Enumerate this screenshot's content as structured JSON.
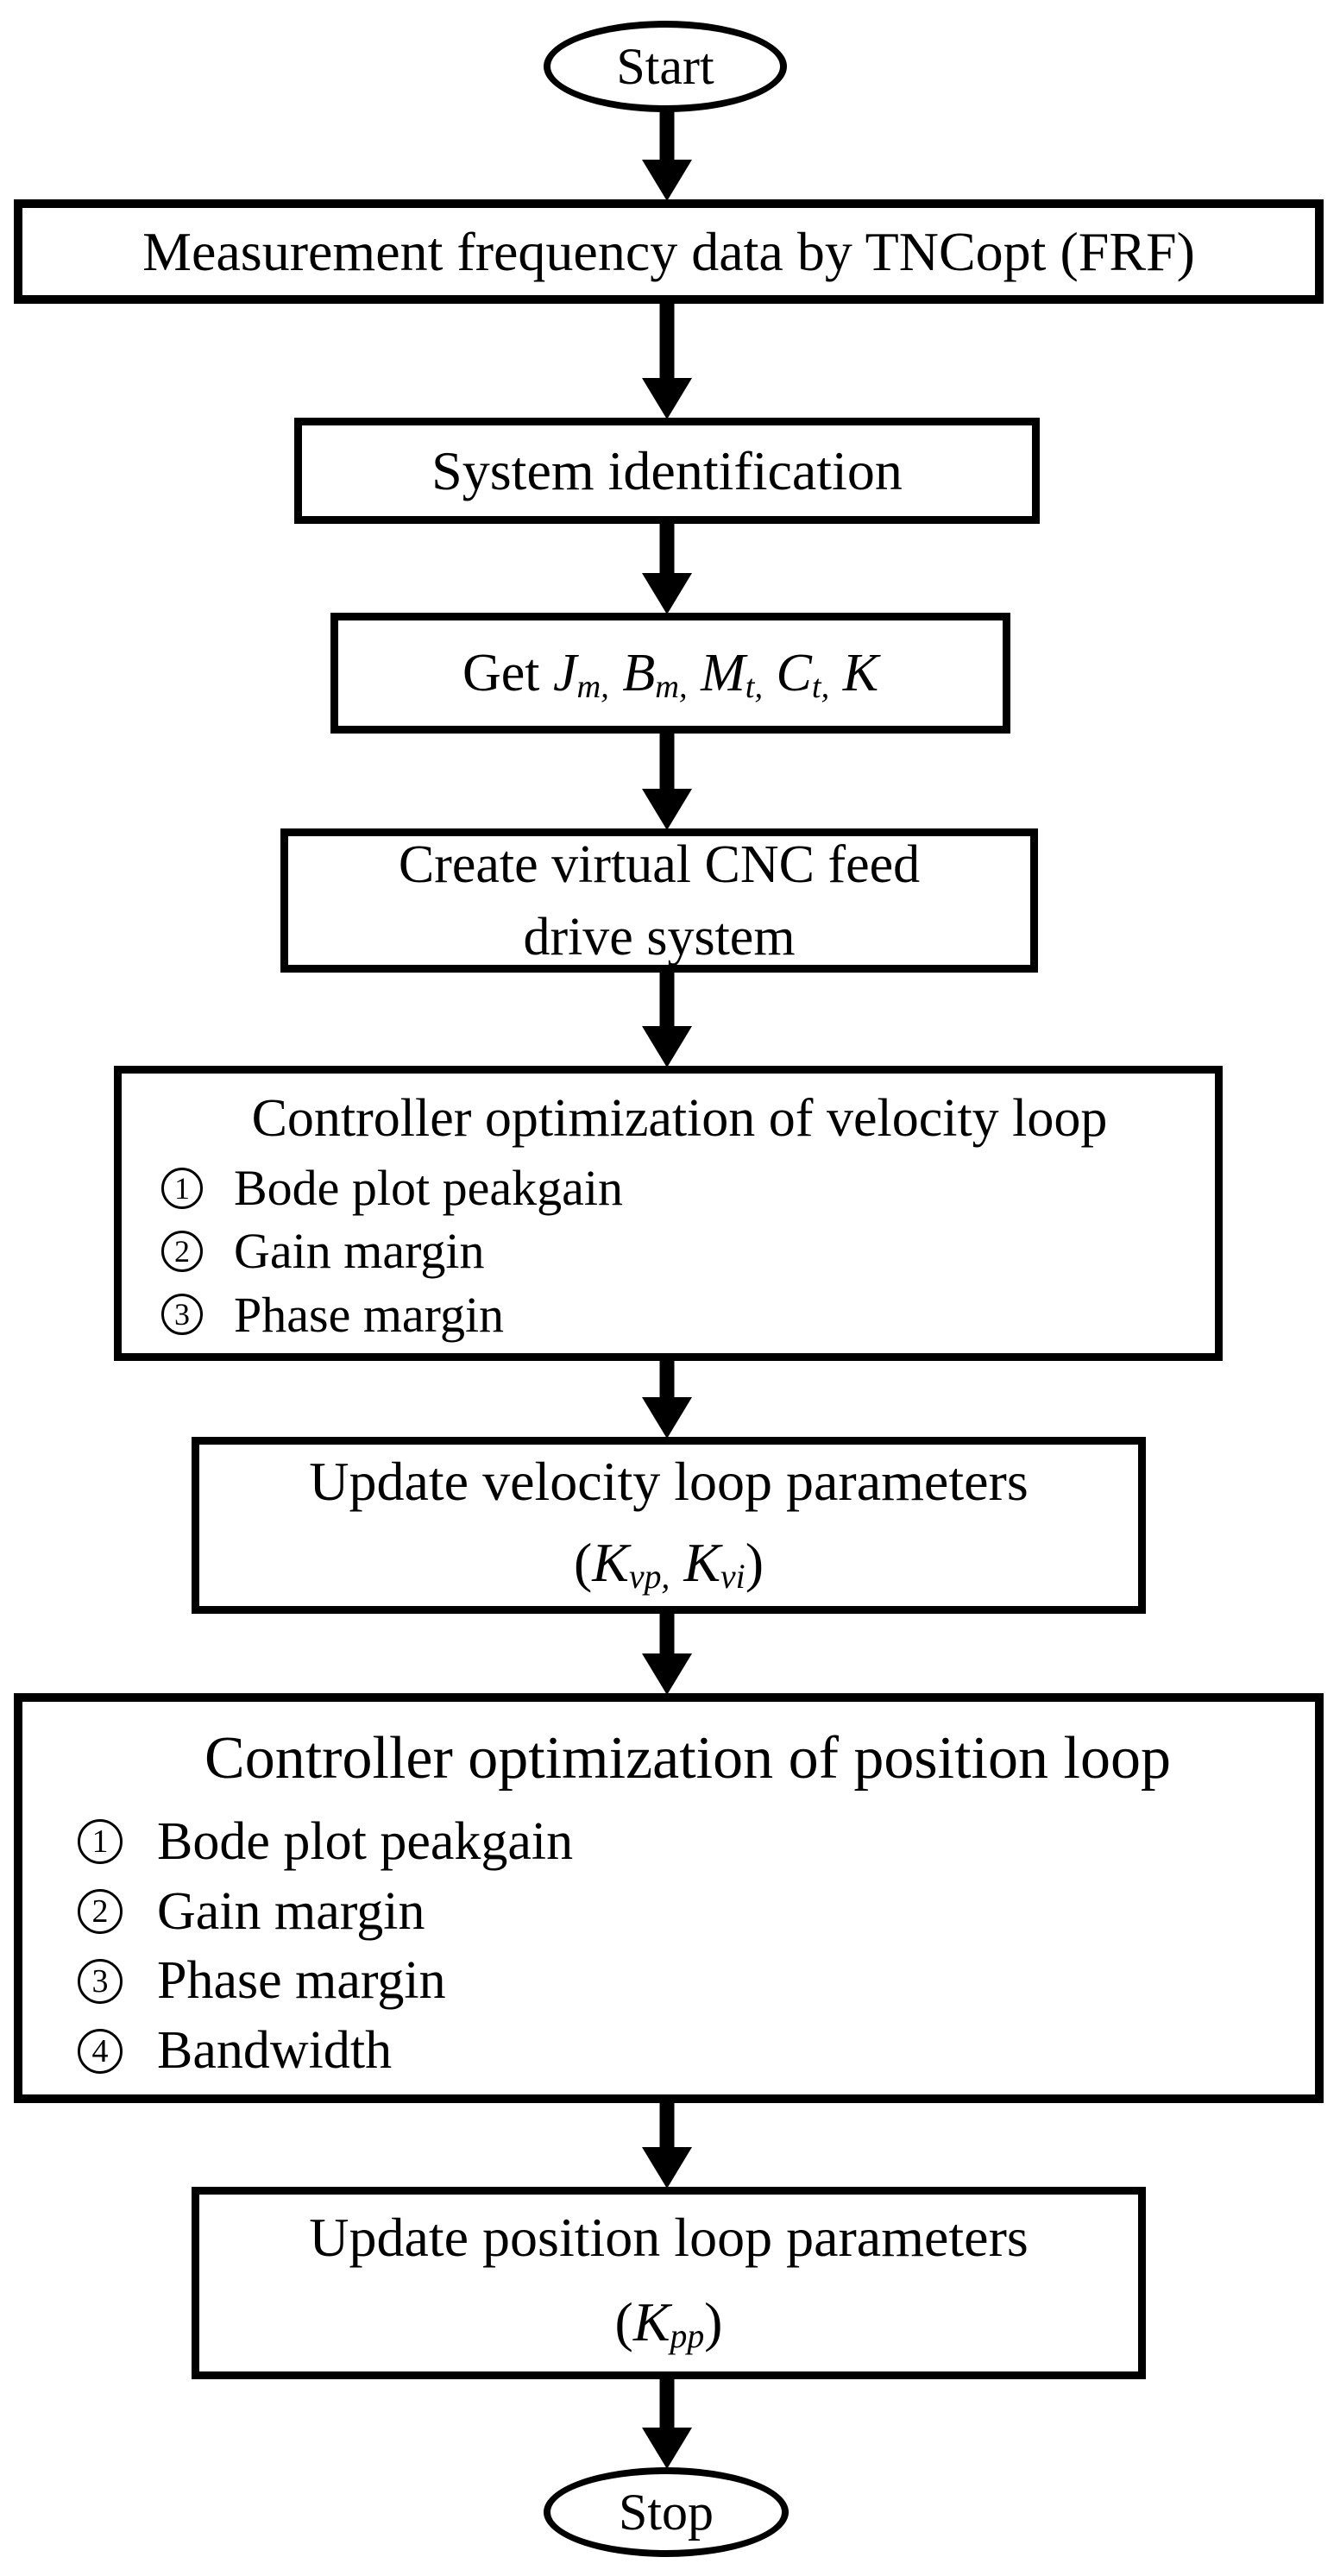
{
  "colors": {
    "stroke": "#000000",
    "background": "#ffffff"
  },
  "flowchart": {
    "start_label": "Start",
    "stop_label": "Stop",
    "measurement_box": "Measurement frequency data by TNCopt (FRF)",
    "system_identification_box": "System identification",
    "get_box": [
      {
        "t": "Get "
      },
      {
        "t": "J",
        "s": "i"
      },
      {
        "t": "m,",
        "s": "sub"
      },
      {
        "t": " "
      },
      {
        "t": "B",
        "s": "i"
      },
      {
        "t": "m,",
        "s": "sub"
      },
      {
        "t": " "
      },
      {
        "t": "M",
        "s": "i"
      },
      {
        "t": "t,",
        "s": "sub"
      },
      {
        "t": " "
      },
      {
        "t": "C",
        "s": "i"
      },
      {
        "t": "t,",
        "s": "sub"
      },
      {
        "t": " "
      },
      {
        "t": "K",
        "s": "i"
      }
    ],
    "create_box": {
      "line1": "Create virtual CNC feed",
      "line2": "drive system"
    },
    "velocity_box": {
      "title": "Controller optimization of velocity loop",
      "items": [
        {
          "num": "1",
          "text": "Bode plot peakgain"
        },
        {
          "num": "2",
          "text": "Gain margin"
        },
        {
          "num": "3",
          "text": "Phase margin"
        }
      ]
    },
    "update_velocity_box": {
      "line1": "Update velocity loop parameters",
      "params": [
        {
          "t": "("
        },
        {
          "t": "K",
          "s": "i"
        },
        {
          "t": "vp,",
          "s": "sub"
        },
        {
          "t": " "
        },
        {
          "t": "K",
          "s": "i"
        },
        {
          "t": "vi",
          "s": "sub"
        },
        {
          "t": ")"
        }
      ]
    },
    "position_box": {
      "title": "Controller optimization of position loop",
      "items": [
        {
          "num": "1",
          "text": "Bode plot peakgain"
        },
        {
          "num": "2",
          "text": "Gain margin"
        },
        {
          "num": "3",
          "text": "Phase margin"
        },
        {
          "num": "4",
          "text": "Bandwidth"
        }
      ]
    },
    "update_position_box": {
      "line1": "Update position loop parameters",
      "params": [
        {
          "t": "("
        },
        {
          "t": "K",
          "s": "i"
        },
        {
          "t": "pp",
          "s": "sub"
        },
        {
          "t": ")"
        }
      ]
    }
  }
}
